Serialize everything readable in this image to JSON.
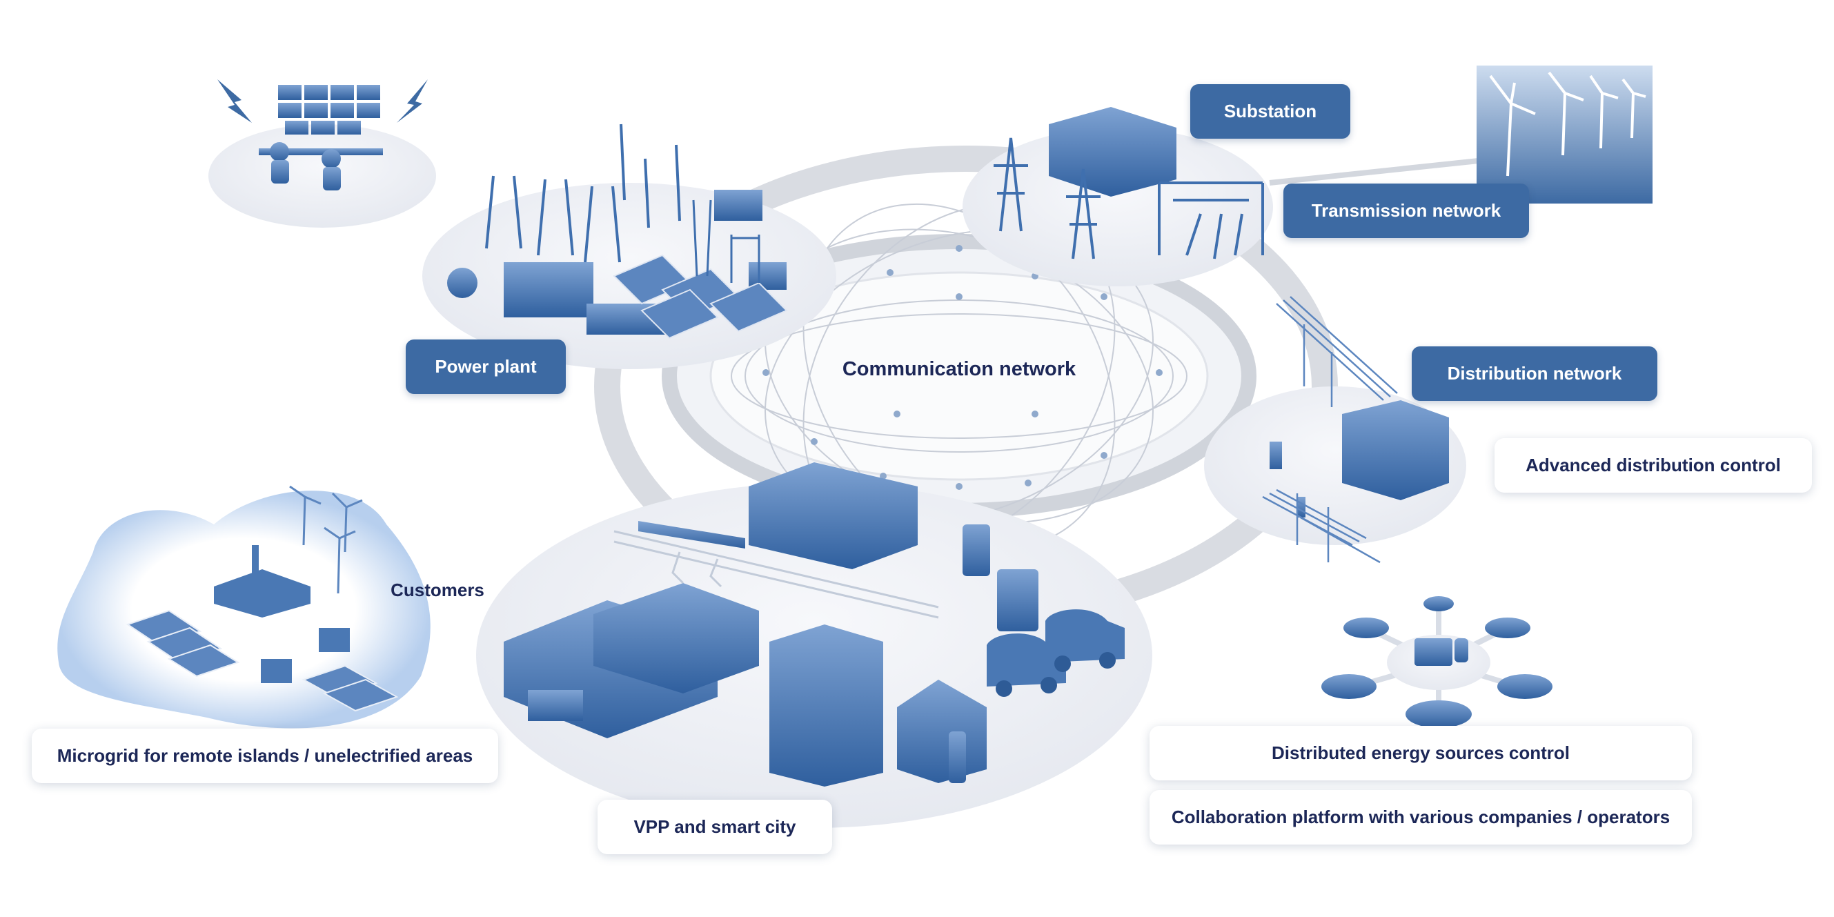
{
  "labels": {
    "substation": "Substation",
    "transmission_network": "Transmission network",
    "power_plant": "Power plant",
    "communication_network": "Communication network",
    "distribution_network": "Distribution network",
    "advanced_distribution_control": "Advanced distribution control",
    "customers": "Customers",
    "microgrid": "Microgrid for remote islands / unelectrified areas",
    "vpp_smart_city": "VPP and smart city",
    "der_control": "Distributed energy sources control",
    "collaboration_platform": "Collaboration platform with various companies / operators"
  },
  "colors": {
    "label_dark_bg": "#3d6aa3",
    "label_dark_text": "#ffffff",
    "label_light_text": "#1c2757",
    "illustration_blue": "#3f6fae",
    "platform_grey": "#eef0f5",
    "ring_grey": "#c9ccd3"
  },
  "icons": [
    "control-room-icon",
    "power-plant-icon",
    "substation-icon",
    "wind-farm-icon",
    "distribution-building-icon",
    "microgrid-icon",
    "smart-city-icon",
    "der-hub-icon"
  ]
}
